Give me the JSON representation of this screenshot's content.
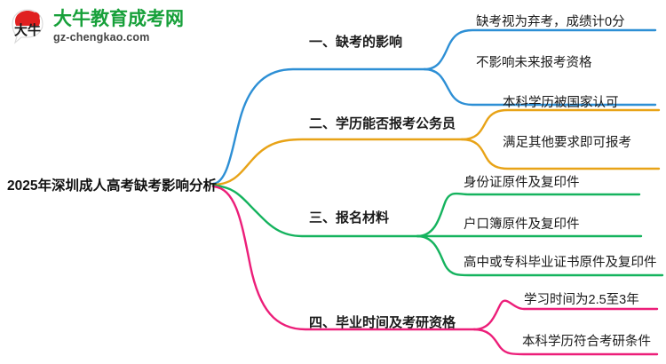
{
  "logo": {
    "name_cn": "大牛教育成考网",
    "domain": "gz-chengkao.com",
    "mark_text": "大牛",
    "brand_green": "#17a03a",
    "brand_red": "#e02020"
  },
  "mindmap": {
    "root": {
      "label": "2025年深圳成人高考缺考影响分析"
    },
    "branches": [
      {
        "label": "一、缺考的影响",
        "color": "#2d8fd5",
        "children": [
          {
            "label": "缺考视为弃考，成绩计0分"
          },
          {
            "label": "不影响未来报考资格"
          }
        ]
      },
      {
        "label": "二、学历能否报考公务员",
        "color": "#e8a317",
        "children": [
          {
            "label": "本科学历被国家认可"
          },
          {
            "label": "满足其他要求即可报考"
          }
        ]
      },
      {
        "label": "三、报名材料",
        "color": "#15b35e",
        "children": [
          {
            "label": "身份证原件及复印件"
          },
          {
            "label": "户口簿原件及复印件"
          },
          {
            "label": "高中或专科毕业证书原件及复印件"
          }
        ]
      },
      {
        "label": "四、毕业时间及考研资格",
        "color": "#ec1e79",
        "children": [
          {
            "label": "学习时间为2.5至3年"
          },
          {
            "label": "本科学历符合考研条件"
          }
        ]
      }
    ]
  }
}
